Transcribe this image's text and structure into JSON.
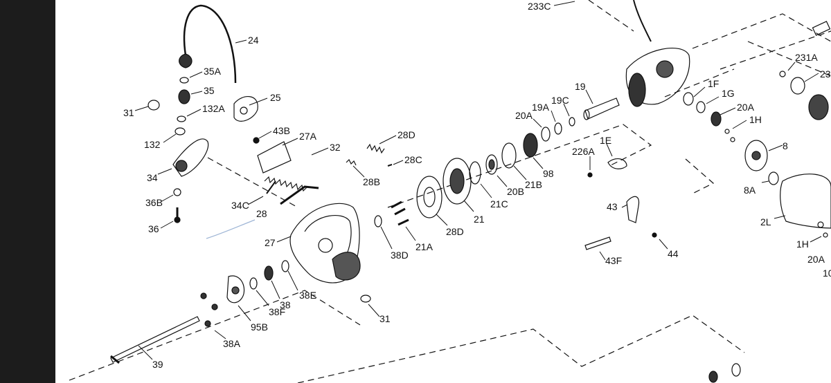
{
  "labels": {
    "l24": "24",
    "l35A": "35A",
    "l35": "35",
    "l132A": "132A",
    "l31a": "31",
    "l132": "132",
    "l25": "25",
    "l43B": "43B",
    "l27A": "27A",
    "l32": "32",
    "l28D": "28D",
    "l28C": "28C",
    "l28B": "28B",
    "l34": "34",
    "l36B": "36B",
    "l36": "36",
    "l34C": "34C",
    "l28": "28",
    "l27": "27",
    "l38D": "38D",
    "l21A": "21A",
    "l28D2": "28D",
    "l21": "21",
    "l21C": "21C",
    "l20B": "20B",
    "l21B": "21B",
    "l98": "98",
    "l20A": "20A",
    "l19A": "19A",
    "l19C": "19C",
    "l19": "19",
    "l226A": "226A",
    "l1E": "1E",
    "l1F": "1F",
    "l1G": "1G",
    "l20A2": "20A",
    "l1H": "1H",
    "l8": "8",
    "l8A": "8A",
    "l2L": "2L",
    "l1H2": "1H",
    "l20A3": "20A",
    "l10": "10",
    "l231A": "231A",
    "l23": "23",
    "l233C": "233C",
    "l43": "43",
    "l44": "44",
    "l43F": "43F",
    "l38E": "38E",
    "l38": "38",
    "l38F": "38F",
    "l95B": "95B",
    "l38A": "38A",
    "l39": "39",
    "l31b": "31"
  },
  "colors": {
    "ink": "#111111",
    "annotation_arrow": "#9fb6d6",
    "sidebar": "#1c1c1c",
    "paper": "#ffffff"
  }
}
